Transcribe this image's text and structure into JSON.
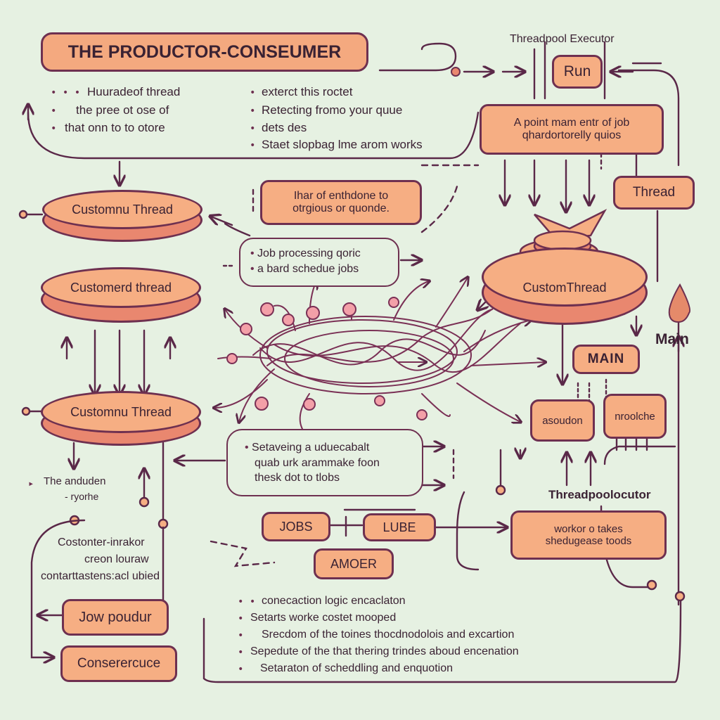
{
  "title": "THE PRODUCTOR-CONSEUMER",
  "nodes": {
    "threadpool_executor_label": "Threadpool Executor",
    "run": "Run",
    "point_box": [
      "A point mam entr of job",
      "qhardortorelly  quios"
    ],
    "thread": "Thread",
    "main_label": "Main",
    "custom_thread_1": "Customnu Thread",
    "custom_thread_2": "Customerd thread",
    "custom_thread_3": "Customnu Thread",
    "custom_thread_right": "CustomThread",
    "thar_box": [
      "Ihar of enthdone to",
      "otrgious or quonde."
    ],
    "main_box": "MAIN",
    "asoudon": "asoudon",
    "nroolche": "nroolche",
    "threadpoolocutor_label": "Threadpoolocutor",
    "worker_box": [
      "workor o takes",
      "shedugease toods"
    ],
    "jobs": "JOBS",
    "lube": "LUBE",
    "amoer": "AMOER",
    "jow_poudur": "Jow poudur",
    "conserercuce": "Conserercuce"
  },
  "notes": {
    "left_top": [
      "Huuradeof thread",
      "the pree ot ose of",
      "that onn to to otore"
    ],
    "right_top": [
      "exterct this roctet",
      "Retecting fromo your quue",
      "dets des",
      "Staet slopbag lme arom works"
    ],
    "job_processing": [
      "Job processing qoric",
      "a bard schedue jobs"
    ],
    "setaveing": [
      "Setaveing a uduecabalt",
      "quab urk arammake foon",
      "thesk dot to tlobs"
    ],
    "andudien": [
      "The anduden",
      "- ryorhe"
    ],
    "costonter": [
      "Costonter-inrakor",
      "creon louraw",
      "contarttastens:acl ubied"
    ],
    "bottom_list": [
      "conecaction logic encaclaton",
      "Setarts worke costet mooped",
      "Srecdom of the toines thocdnodolois and excartion",
      "Sepedute of the that thering trindes aboud encenation",
      "Setaraton of scheddling and enquotion"
    ]
  },
  "colors": {
    "background": "#e6f1e2",
    "box_fill": "#f6ae83",
    "disc_side": "#e9876f",
    "outline": "#6e3050",
    "text": "#3a2233"
  }
}
